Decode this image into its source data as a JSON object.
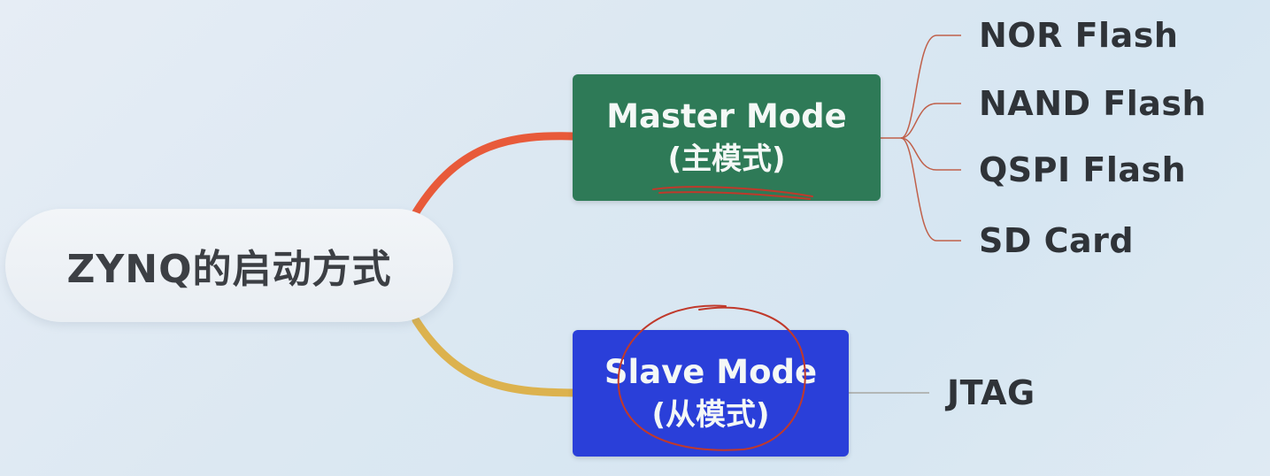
{
  "mindmap": {
    "root": {
      "label": "ZYNQ的启动方式"
    },
    "master": {
      "title": "Master Mode",
      "subtitle": "(主模式)",
      "color": "#2e7a57",
      "branch_color": "#e85a3a",
      "children": [
        "NOR Flash",
        "NAND Flash",
        "QSPI Flash",
        "SD Card"
      ]
    },
    "slave": {
      "title": "Slave Mode",
      "subtitle": "(从模式)",
      "color": "#2a3fd9",
      "branch_color": "#dcb24e",
      "children": [
        "JTAG"
      ]
    },
    "annotation_color": "#c0392b"
  }
}
